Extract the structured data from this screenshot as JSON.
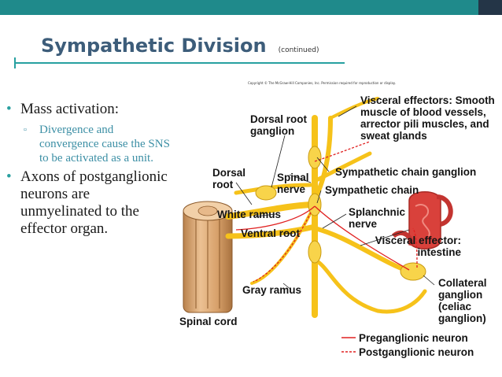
{
  "slide": {
    "title": "Sympathetic Division",
    "title_note": "(continued)"
  },
  "bullets": [
    {
      "text": "Mass activation:",
      "sub": "Divergence and convergence cause the SNS to be activated as a unit."
    },
    {
      "text": "Axons of postganglionic neurons are unmyelinated to the effector organ."
    }
  ],
  "figure": {
    "copyright": "Copyright © The McGraw-Hill Companies, Inc. Permission required for reproduction or display.",
    "labels": {
      "visceral_effectors": "Visceral effectors: Smooth muscle of blood vessels, arrector pili muscles, and sweat glands",
      "dorsal_root_ganglion": "Dorsal root ganglion",
      "dorsal_root": "Dorsal root",
      "spinal_nerve": "Spinal nerve",
      "sympathetic_chain_ganglion": "Sympathetic chain ganglion",
      "sympathetic_chain": "Sympathetic chain",
      "white_ramus": "White ramus",
      "splanchnic_nerve": "Splanchnic nerve",
      "ventral_root": "Ventral root",
      "visceral_effector_intestine": "Visceral effector: intestine",
      "collateral_ganglion": "Collateral ganglion (celiac ganglion)",
      "gray_ramus": "Gray ramus",
      "spinal_cord": "Spinal cord",
      "preganglionic_neuron": "Preganglionic neuron",
      "postganglionic_neuron": "Postganglionic neuron"
    }
  },
  "colors": {
    "topbar": "#1f8a8b",
    "title": "#3d5d7a",
    "accent": "#27a0a0",
    "sub_bullet": "#3c8fa5",
    "nerve": "#f6c21a",
    "spinal_cord": "#d9a574",
    "intestine": "#d9413b",
    "preganglionic": "#e02020"
  }
}
